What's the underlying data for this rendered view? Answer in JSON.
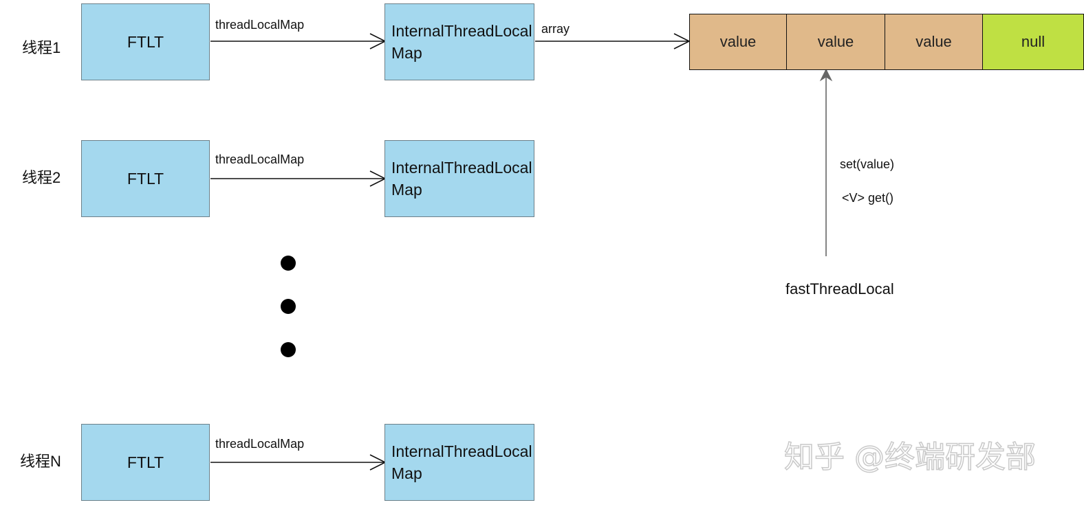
{
  "threads": [
    {
      "label": "线程1",
      "ftlt": "FTLT",
      "edge_label": "threadLocalMap",
      "map": "InternalThreadLocalMap"
    },
    {
      "label": "线程2",
      "ftlt": "FTLT",
      "edge_label": "threadLocalMap",
      "map": "InternalThreadLocalMap"
    },
    {
      "label": "线程N",
      "ftlt": "FTLT",
      "edge_label": "threadLocalMap",
      "map": "InternalThreadLocalMap"
    }
  ],
  "array": {
    "edge_label": "array",
    "cells": [
      "value",
      "value",
      "value",
      "null"
    ]
  },
  "fast_thread_local": {
    "label": "fastThreadLocal",
    "methods": [
      "set(value)",
      "<V> get()"
    ]
  },
  "watermark": "知乎 @终端研发部",
  "colors": {
    "box_fill": "#a4d8ee",
    "value_cell": "#e0b98a",
    "null_cell": "#bfe043",
    "line": "#111111",
    "arrow_up": "#666666"
  }
}
